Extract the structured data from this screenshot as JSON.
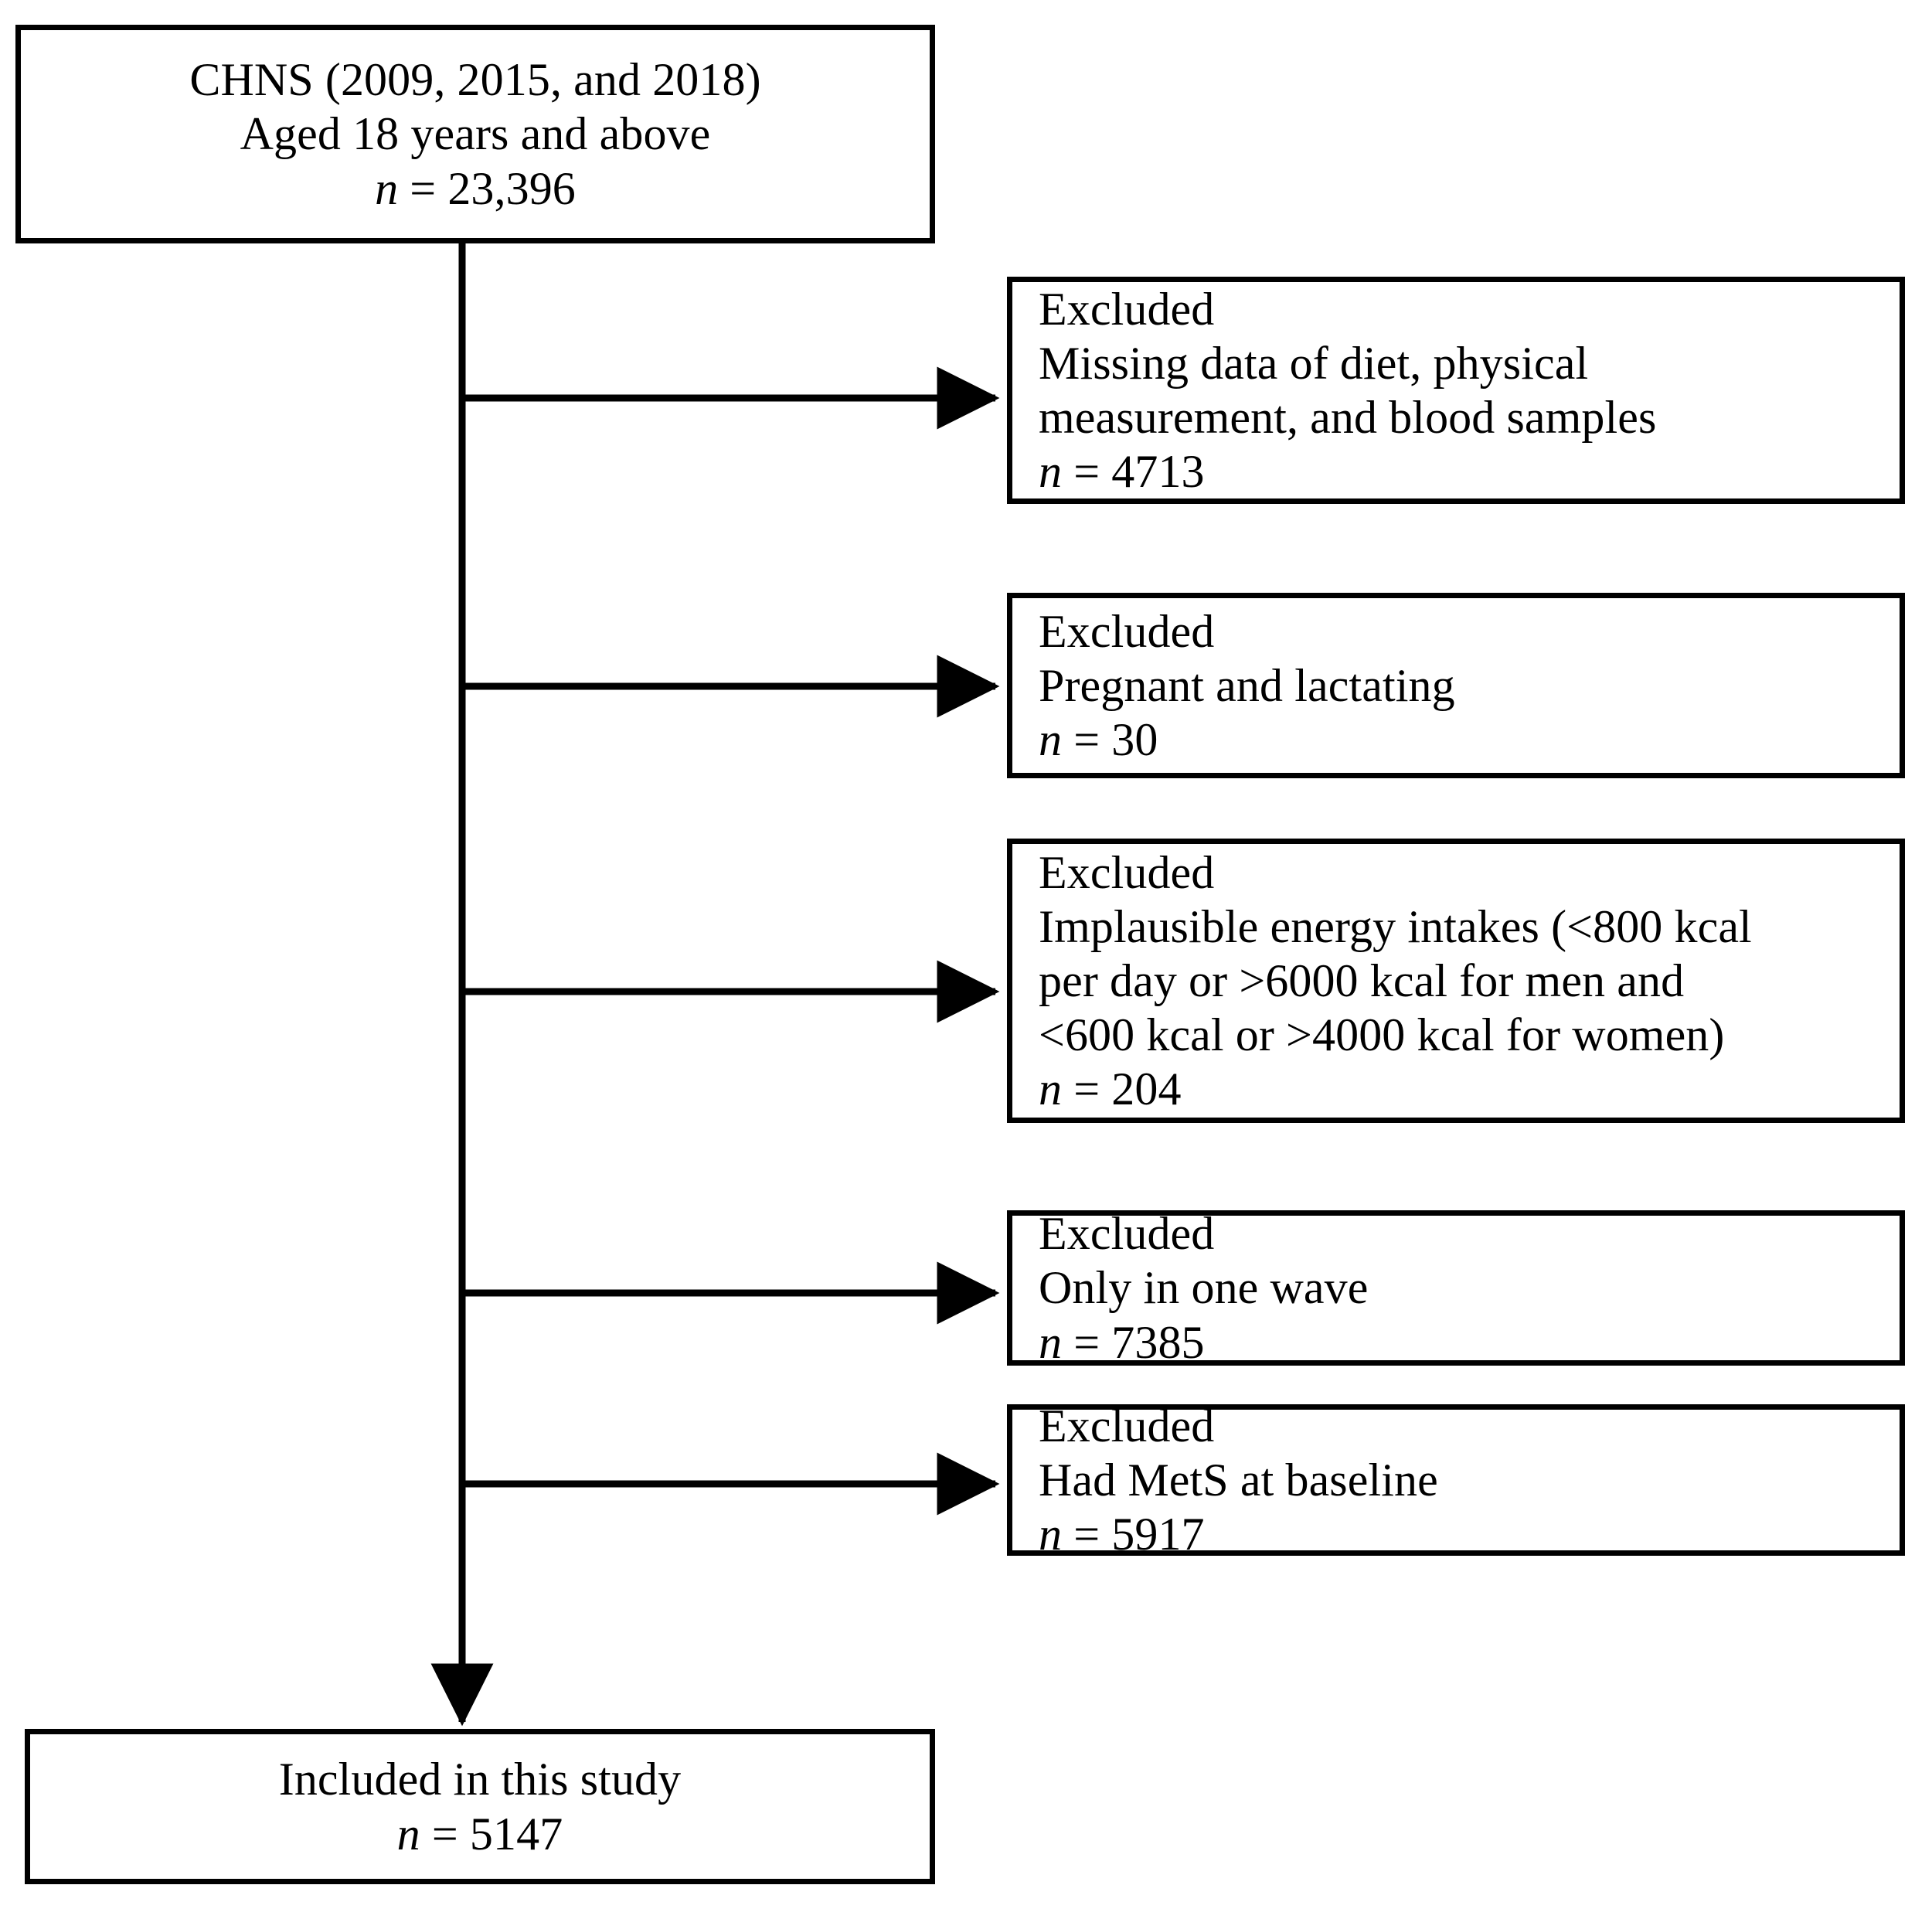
{
  "diagram": {
    "type": "participant-flow-diagram",
    "title": "Study participant selection flowchart",
    "nodes": {
      "source": {
        "line1": "CHNS (2009, 2015, and 2018)",
        "line2": "Aged 18 years and above",
        "n_prefix": "n",
        "n_equals": " = ",
        "n_value": "23,396"
      },
      "included": {
        "line1": "Included in this study",
        "n_prefix": "n",
        "n_equals": " = ",
        "n_value": "5147"
      }
    },
    "exclusions": [
      {
        "header": "Excluded",
        "reason_lines": [
          "Missing data of diet, physical",
          "measurement, and blood samples"
        ],
        "n_prefix": "n",
        "n_equals": " = ",
        "n_value": "4713"
      },
      {
        "header": "Excluded",
        "reason_lines": [
          "Pregnant and lactating"
        ],
        "n_prefix": "n",
        "n_equals": " = ",
        "n_value": "30"
      },
      {
        "header": "Excluded",
        "reason_lines": [
          "Implausible energy intakes (<800 kcal",
          "per day or >6000 kcal for men and",
          "<600 kcal or >4000 kcal for women)"
        ],
        "n_prefix": "n",
        "n_equals": " = ",
        "n_value": "204"
      },
      {
        "header": "Excluded",
        "reason_lines": [
          "Only in one wave"
        ],
        "n_prefix": "n",
        "n_equals": " = ",
        "n_value": "7385"
      },
      {
        "header": "Excluded",
        "reason_lines": [
          "Had MetS at baseline"
        ],
        "n_prefix": "n",
        "n_equals": " = ",
        "n_value": "5917"
      }
    ],
    "colors": {
      "stroke": "#000000",
      "background": "#ffffff",
      "text": "#000000"
    }
  }
}
